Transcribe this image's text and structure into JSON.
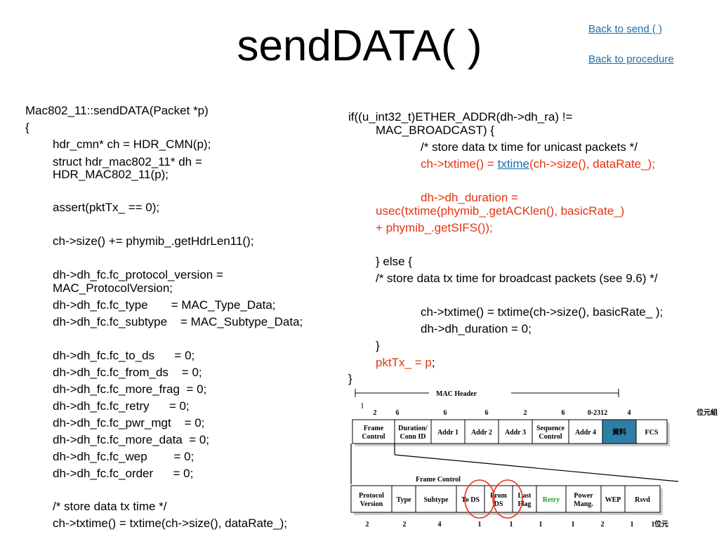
{
  "title": "sendDATA( )",
  "links": {
    "back_send": "Back to send ( )",
    "back_procedure": "Back to procedure"
  },
  "left": {
    "l1": "Mac802_11::sendDATA(Packet *p)",
    "l2": "{",
    "l3": "hdr_cmn* ch = HDR_CMN(p);",
    "l4a": "struct hdr_mac802_11* dh =",
    "l4b": "HDR_MAC802_11(p);",
    "l5": "assert(pktTx_ == 0);",
    "l6": "ch->size() += phymib_.getHdrLen11();",
    "l7a": "dh->dh_fc.fc_protocol_version =",
    "l7b": "MAC_ProtocolVersion;",
    "l8": "dh->dh_fc.fc_type       = MAC_Type_Data;",
    "l9": "dh->dh_fc.fc_subtype    = MAC_Subtype_Data;",
    "l10": "dh->dh_fc.fc_to_ds      = 0;",
    "l11": "dh->dh_fc.fc_from_ds    = 0;",
    "l12": "dh->dh_fc.fc_more_frag  = 0;",
    "l13": "dh->dh_fc.fc_retry      = 0;",
    "l14": "dh->dh_fc.fc_pwr_mgt    = 0;",
    "l15": "dh->dh_fc.fc_more_data  = 0;",
    "l16": "dh->dh_fc.fc_wep        = 0;",
    "l17": "dh->dh_fc.fc_order      = 0;",
    "l18": "/* store data tx time */",
    "l19": "ch->txtime() = txtime(ch->size(), dataRate_);"
  },
  "right": {
    "r1": "if((u_int32_t)ETHER_ADDR(dh->dh_ra) !=",
    "r2": "MAC_BROADCAST) {",
    "r3": "/* store data tx time for unicast packets */",
    "r4a": "ch->txtime() = ",
    "r4b": "txtime",
    "r4c": "(ch->size(), dataRate_);",
    "r5": "dh->dh_duration =",
    "r6": "usec(txtime(phymib_.getACKlen(), basicRate_)",
    "r7": "+ phymib_.getSIFS());",
    "r8": "} else {",
    "r9": "/* store data tx time for broadcast packets (see 9.6) */",
    "r10": "ch->txtime() = txtime(ch->size(), basicRate_ );",
    "r11": "dh->dh_duration = 0;",
    "r12": "}",
    "r13a": "pktTx_ = p",
    "r13b": ";",
    "r14": "}"
  },
  "diagram": {
    "header_label": "MAC Header",
    "top_sizes": [
      "2",
      "6",
      "6",
      "6",
      "2",
      "6",
      "0-2312",
      "4"
    ],
    "top_unit": "位元組",
    "top_fields": [
      "Frame Control",
      "Duration/ Conn ID",
      "Addr 1",
      "Addr 2",
      "Addr 3",
      "Sequence Control",
      "Addr 4",
      "資料",
      "FCS"
    ],
    "fc_label": "Frame Control",
    "bottom_fields": [
      "Protocol Version",
      "Type",
      "Subtype",
      "To DS",
      "From DS",
      "Last Flag",
      "Retry",
      "Power Mang.",
      "WEP",
      "Rsvd"
    ],
    "bottom_sizes": [
      "2",
      "2",
      "4",
      "1",
      "1",
      "1",
      "1",
      "2",
      "1",
      "1"
    ],
    "bottom_unit": "位元",
    "colors": {
      "data_fill": "#2e7fa6",
      "circle": "#e8341c",
      "retry_text": "#1e9a2a"
    }
  }
}
